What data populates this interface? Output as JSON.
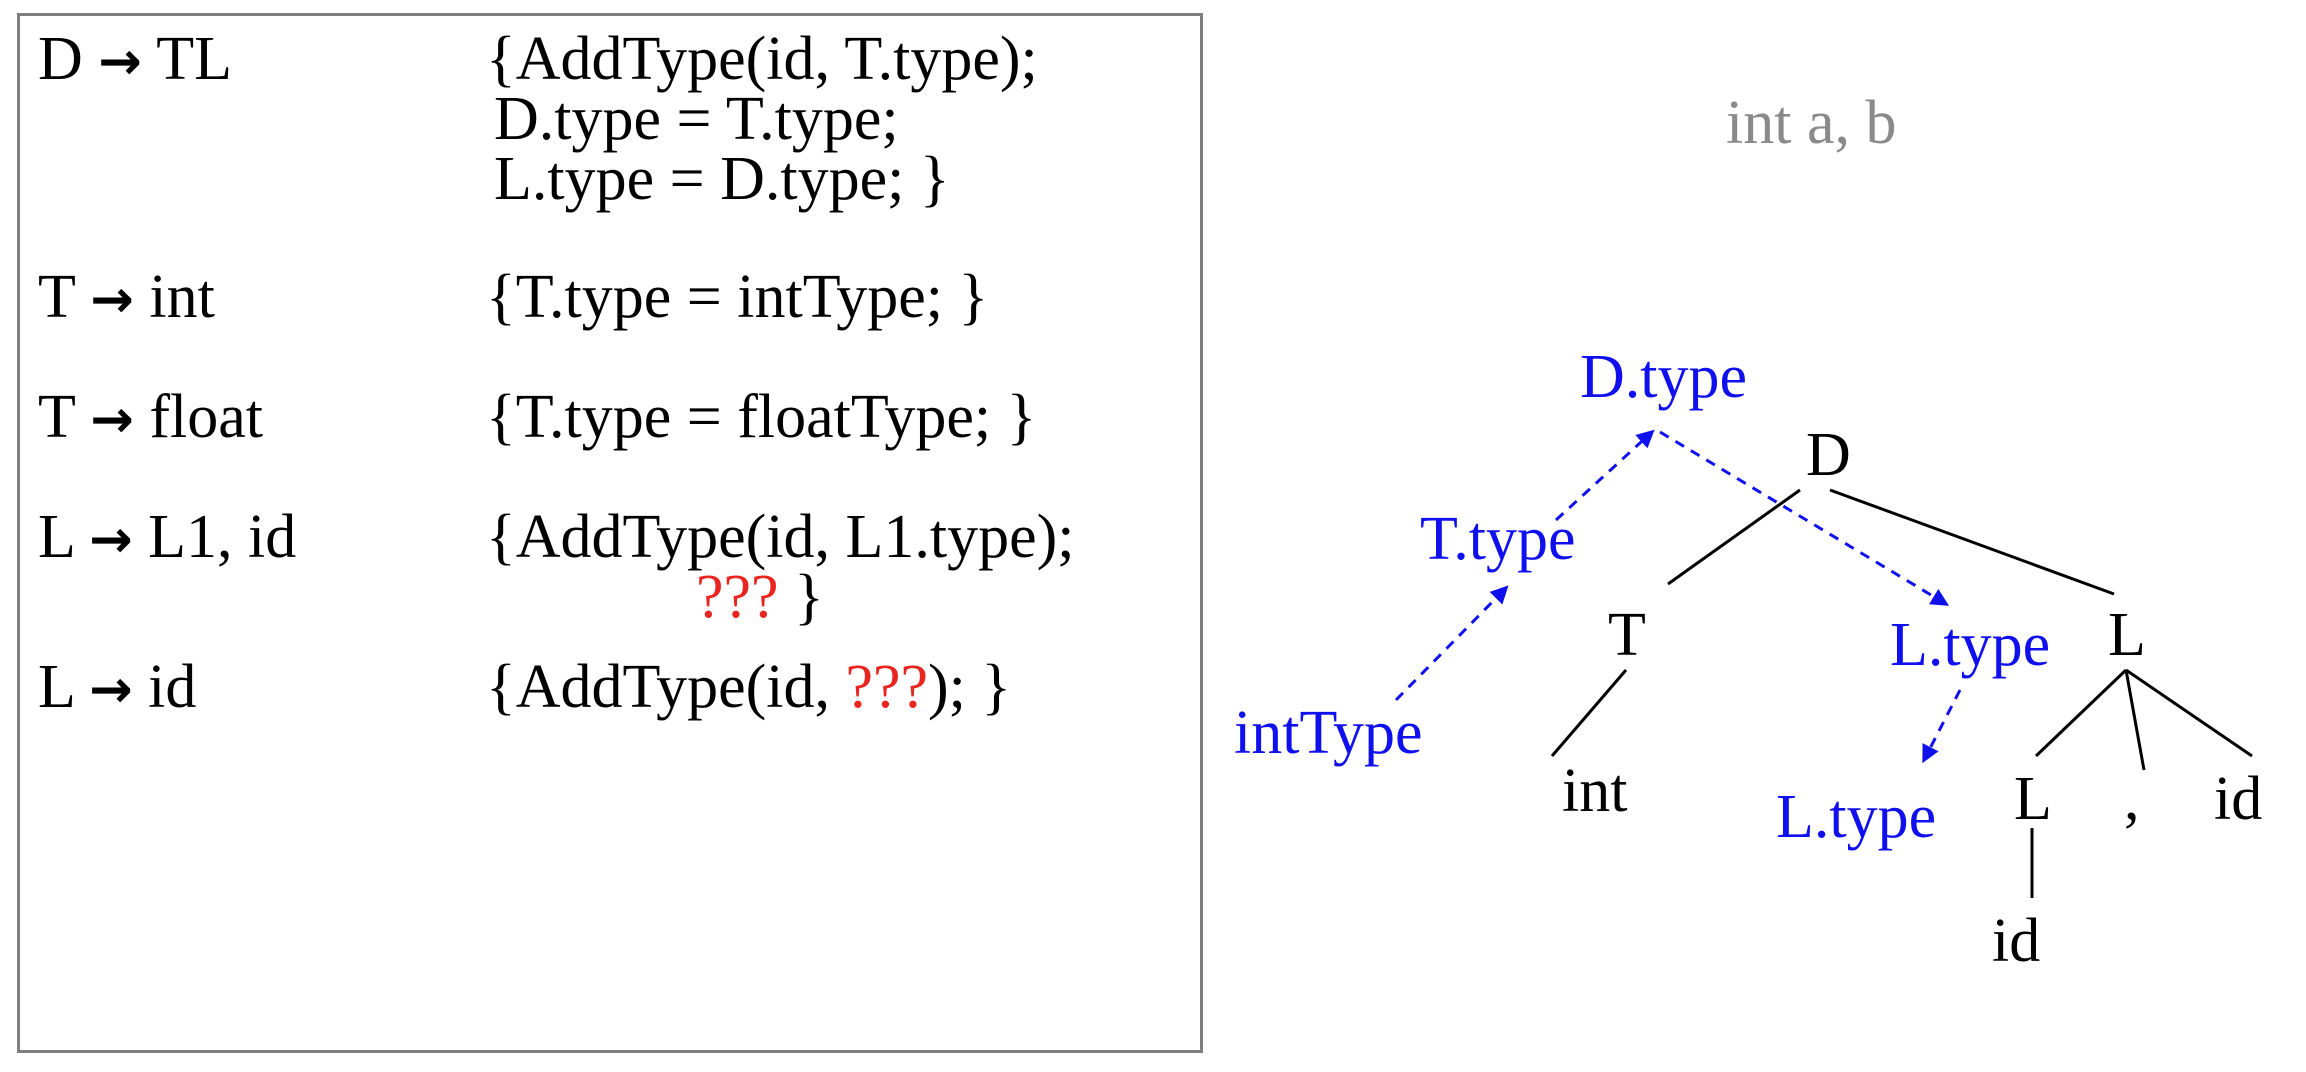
{
  "grammar": {
    "rules": [
      {
        "lhs": "D",
        "arrow": "→",
        "rhs": "TL",
        "action_lines": [
          "{AddType(id, T.type);",
          "D.type = T.type;",
          "L.type = D.type; }"
        ]
      },
      {
        "lhs": "T",
        "arrow": "→",
        "rhs": "int",
        "action_lines": [
          "{T.type = intType; }"
        ]
      },
      {
        "lhs": "T",
        "arrow": "→",
        "rhs": "float",
        "action_lines": [
          "{T.type = floatType; }"
        ]
      },
      {
        "lhs": "L",
        "arrow": "→",
        "rhs": "L1, id",
        "action_lines": [
          "{AddType(id, L1.type);"
        ],
        "action_cont": {
          "red": "???",
          "rest": " }"
        }
      },
      {
        "lhs": "L",
        "arrow": "→",
        "rhs": "id",
        "action_parts": {
          "before": "{AddType(id, ",
          "red": "???",
          "after": "); }"
        }
      }
    ]
  },
  "example": {
    "code": "int a, b"
  },
  "tree": {
    "nodes": {
      "D": "D",
      "T": "T",
      "L_top": "L",
      "int": "int",
      "L_inner": "L",
      "comma": ",",
      "id_right": "id",
      "id_bottom": "id"
    },
    "attributes": {
      "d_type": "D.type",
      "t_type": "T.type",
      "int_type": "intType",
      "l_type_top": "L.type",
      "l_type_inner": "L.type"
    }
  },
  "colors": {
    "attribute": "#1010ee",
    "unknown": "#e8251f",
    "example": "#8a8a8a",
    "box_border": "#7f7f7f"
  }
}
